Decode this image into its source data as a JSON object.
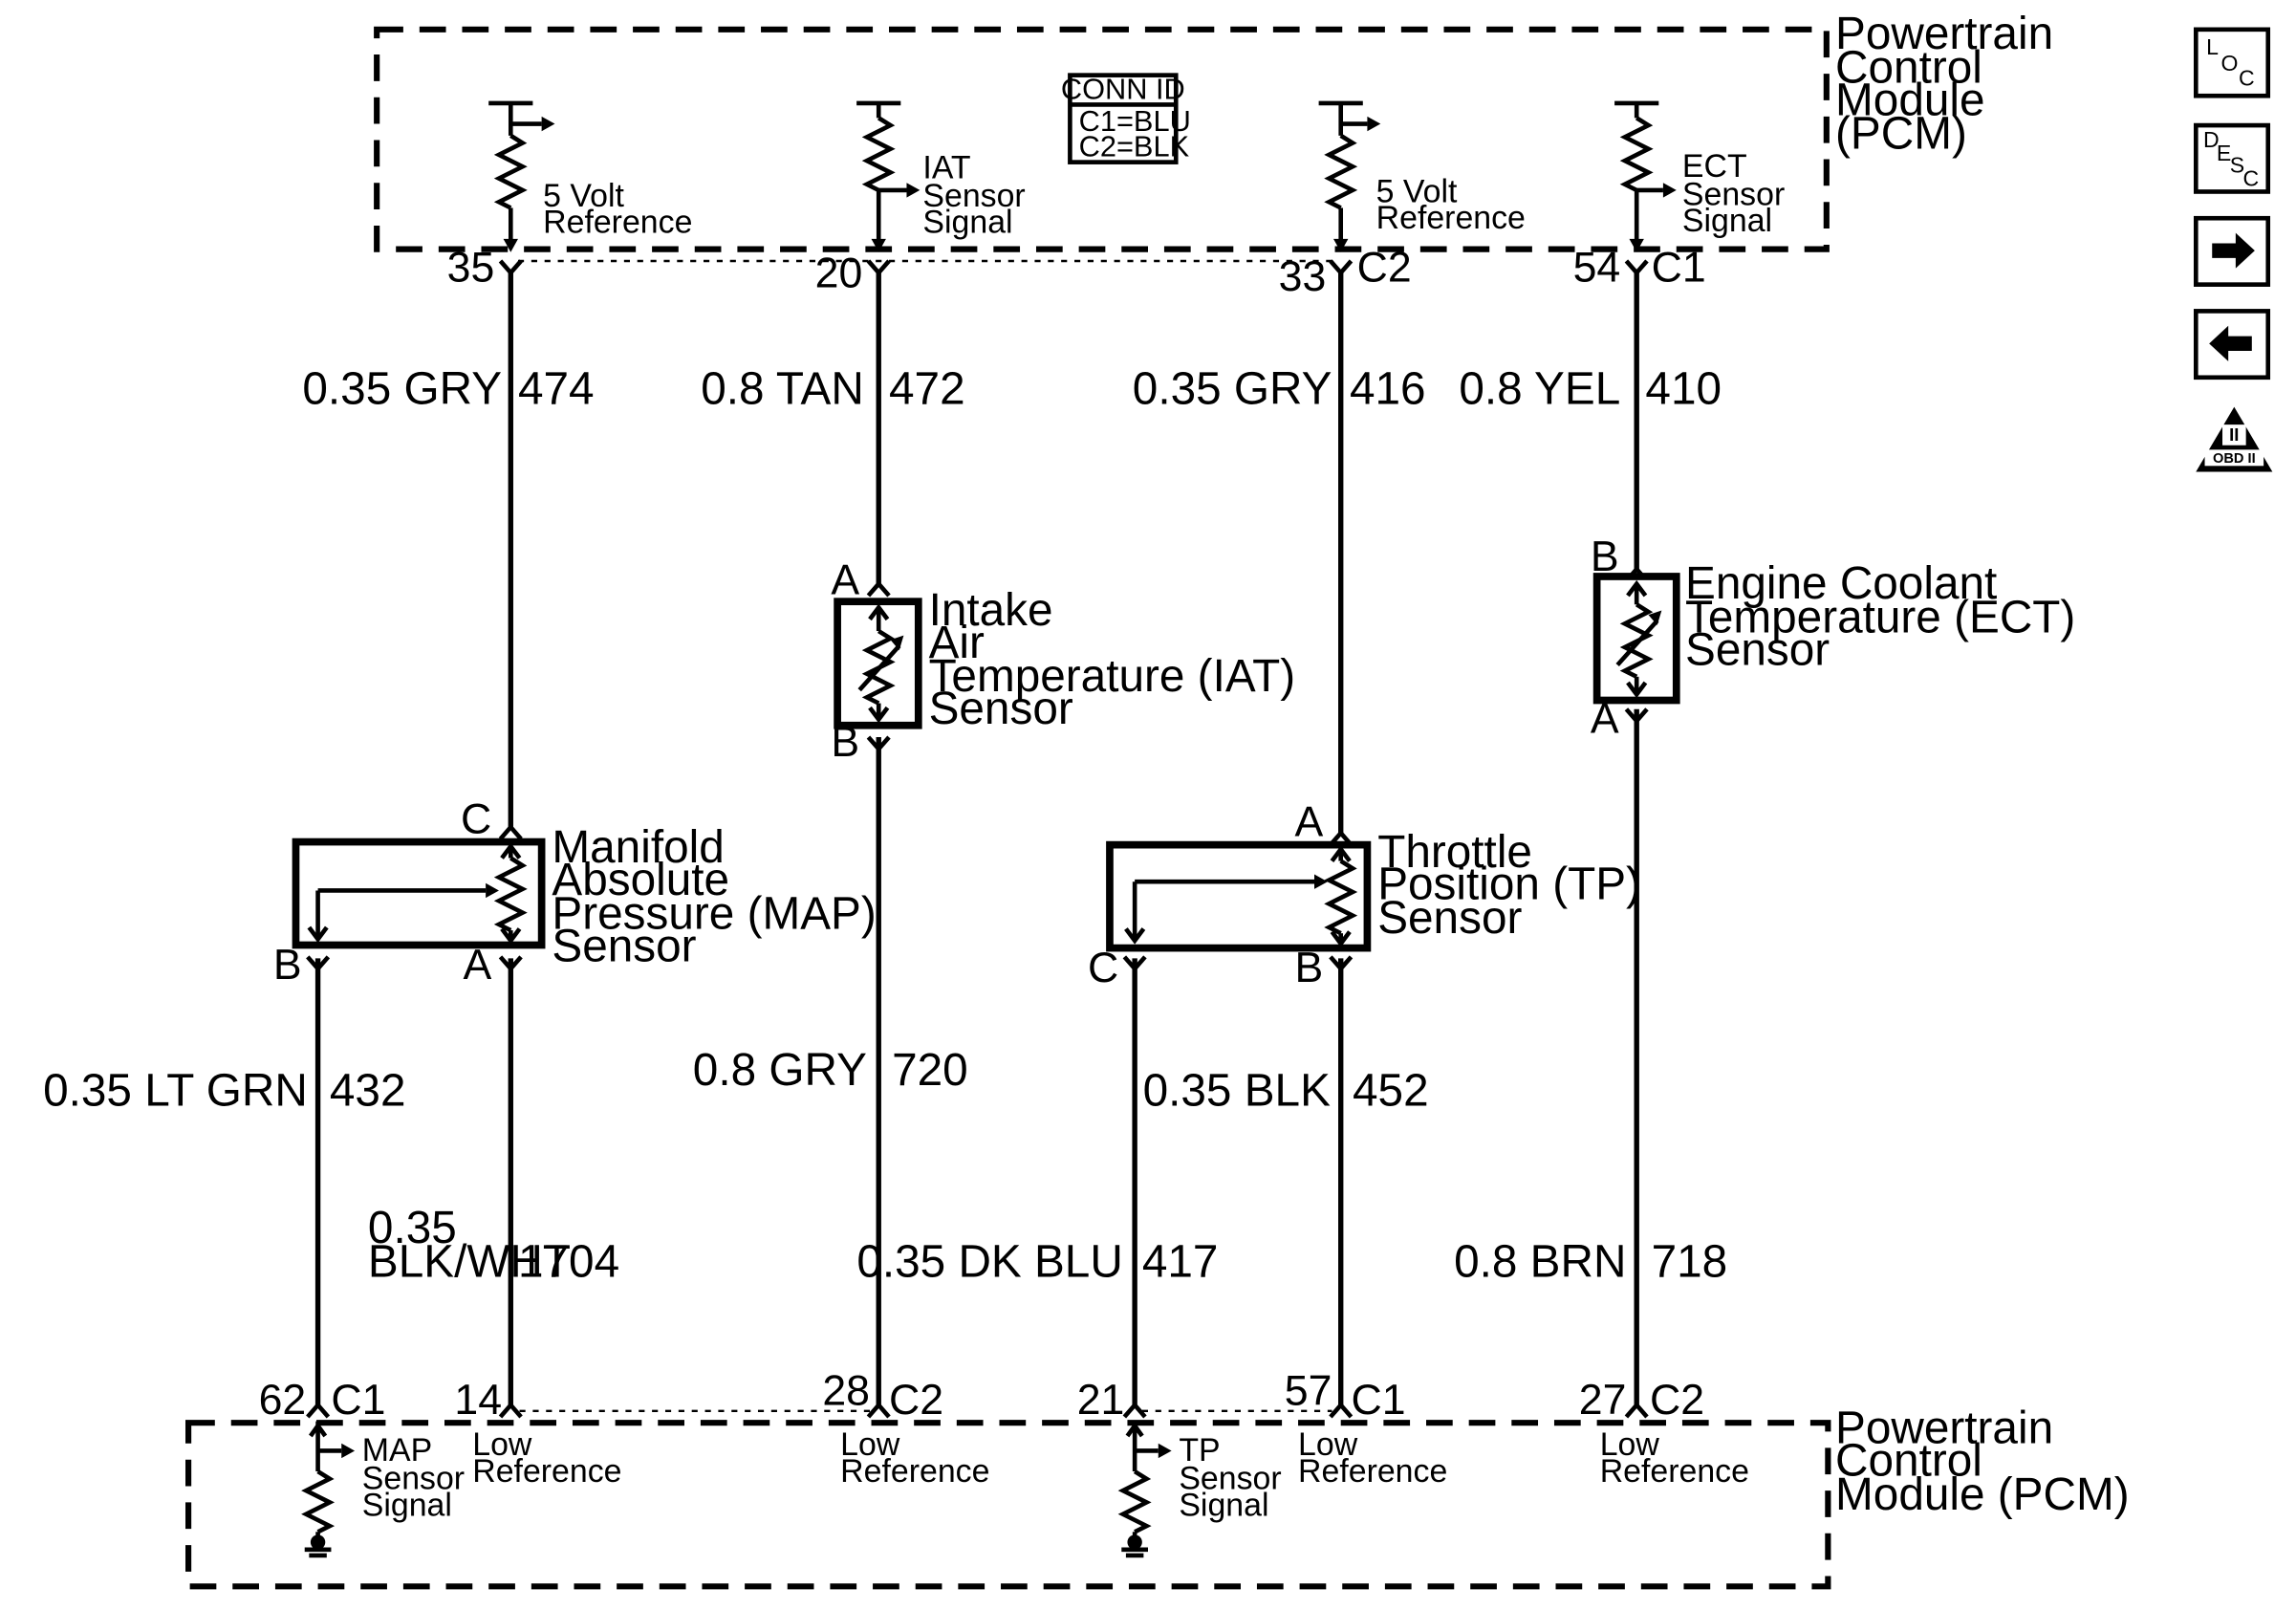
{
  "pcm_top": {
    "title_lines": [
      "Powertrain",
      "Control",
      "Module",
      "(PCM)"
    ]
  },
  "pcm_bottom": {
    "title_lines": [
      "Powertrain",
      "Control",
      "Module (PCM)"
    ]
  },
  "conn_id": {
    "header": "CONN ID",
    "c1": "C1=BLU",
    "c2": "C2=BLK"
  },
  "top_terminals": [
    {
      "label_lines": [
        "5 Volt",
        "Reference"
      ],
      "pin": "35",
      "conn": "",
      "wire_gauge_color": "0.35 GRY",
      "circuit": "474"
    },
    {
      "label_lines": [
        "IAT",
        "Sensor",
        "Signal"
      ],
      "pin": "20",
      "conn": "",
      "wire_gauge_color": "0.8 TAN",
      "circuit": "472"
    },
    {
      "label_lines": [
        "5 Volt",
        "Reference"
      ],
      "pin": "33",
      "conn": "C2",
      "wire_gauge_color": "0.35 GRY",
      "circuit": "416"
    },
    {
      "label_lines": [
        "ECT",
        "Sensor",
        "Signal"
      ],
      "pin": "54",
      "conn": "C1",
      "wire_gauge_color": "0.8 YEL",
      "circuit": "410"
    }
  ],
  "sensors": {
    "iat": {
      "name_lines": [
        "Intake",
        "Air",
        "Temperature (IAT)",
        "Sensor"
      ],
      "pin_top": "A",
      "pin_bottom": "B"
    },
    "ect": {
      "name_lines": [
        "Engine Coolant",
        "Temperature (ECT)",
        "Sensor"
      ],
      "pin_top": "B",
      "pin_bottom": "A"
    },
    "map": {
      "name_lines": [
        "Manifold",
        "Absolute",
        "Pressure (MAP)",
        "Sensor"
      ],
      "pin_c": "C",
      "pin_b": "B",
      "pin_a": "A"
    },
    "tp": {
      "name_lines": [
        "Throttle",
        "Position (TP)",
        "Sensor"
      ],
      "pin_a": "A",
      "pin_c": "C",
      "pin_b": "B"
    }
  },
  "lower_wires": {
    "map_signal": {
      "gauge_color": "0.35 LT GRN",
      "circuit": "432"
    },
    "map_low": {
      "gauge_line1": "0.35",
      "gauge_line2": "BLK/WHT",
      "circuit": "1704"
    },
    "iat_low": {
      "gauge_color": "0.8 GRY",
      "circuit": "720"
    },
    "tp_signal": {
      "gauge_color": "0.35 DK BLU",
      "circuit": "417"
    },
    "tp_low": {
      "gauge_color": "0.35 BLK",
      "circuit": "452"
    },
    "ect_low": {
      "gauge_color": "0.8 BRN",
      "circuit": "718"
    }
  },
  "bottom_terminals": [
    {
      "pin": "62",
      "conn": "C1",
      "label_lines": [
        "MAP",
        "Sensor",
        "Signal"
      ]
    },
    {
      "pin": "14",
      "conn": "",
      "label_lines": [
        "Low",
        "Reference"
      ]
    },
    {
      "pin": "28",
      "conn": "C2",
      "label_lines": [
        "Low",
        "Reference"
      ]
    },
    {
      "pin": "21",
      "conn": "",
      "label_lines": [
        "TP",
        "Sensor",
        "Signal"
      ]
    },
    {
      "pin": "57",
      "conn": "C1",
      "label_lines": [
        "Low",
        "Reference"
      ]
    },
    {
      "pin": "27",
      "conn": "C2",
      "label_lines": [
        "Low",
        "Reference"
      ]
    }
  ],
  "side_icons": {
    "loc": [
      "L",
      "O",
      "C"
    ],
    "desc": [
      "D",
      "E",
      "S",
      "C"
    ],
    "obd": {
      "numeral": "II",
      "label": "OBD II"
    }
  }
}
